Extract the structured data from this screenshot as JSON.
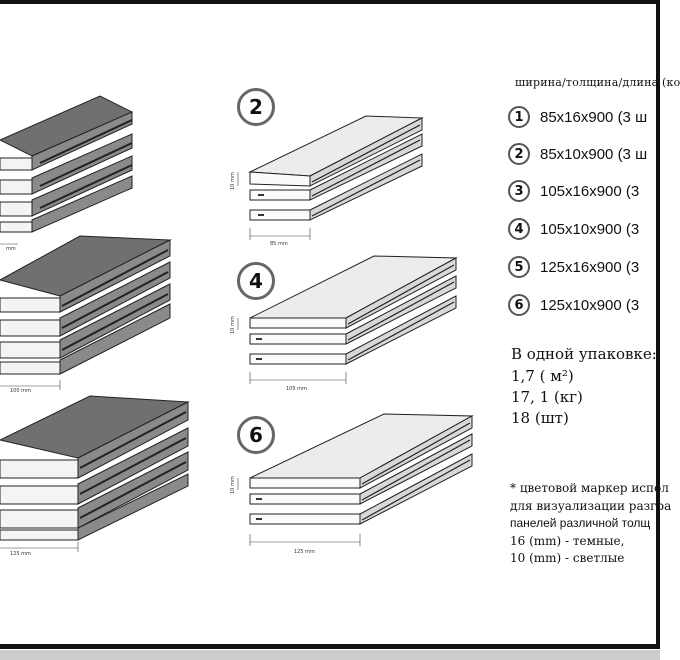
{
  "header": "ширина/толщина/длина (ко",
  "panels": [
    {
      "num": "2",
      "width_label": "85 mm",
      "thickness_label": "10 mm"
    },
    {
      "num": "4",
      "width_label": "105 mm",
      "thickness_label": "10 mm"
    },
    {
      "num": "6",
      "width_label": "125 mm",
      "thickness_label": "10 mm"
    }
  ],
  "left_stacks": [
    {
      "width_label": "mm"
    },
    {
      "width_label": "100 mm"
    },
    {
      "width_label": "125 mm"
    }
  ],
  "legend": [
    {
      "num": "1",
      "text": "85x16x900 (3 ш"
    },
    {
      "num": "2",
      "text": "85x10x900 (3 ш"
    },
    {
      "num": "3",
      "text": "105x16x900 (3"
    },
    {
      "num": "4",
      "text": "105x10x900 (3"
    },
    {
      "num": "5",
      "text": "125x16x900 (3"
    },
    {
      "num": "6",
      "text": "125x10x900 (3"
    }
  ],
  "package": {
    "title": "В одной упаковке:",
    "area": "1,7 ( м²)",
    "weight": "17, 1 (кг)",
    "count": "18 (шт)"
  },
  "note": {
    "line1": "* цветовой маркер испол",
    "line2": "для визуализации разгра",
    "line3": "панелей различной толщ",
    "line4": "16 (mm) - темные,",
    "line5": "10 (mm) - светлые"
  }
}
